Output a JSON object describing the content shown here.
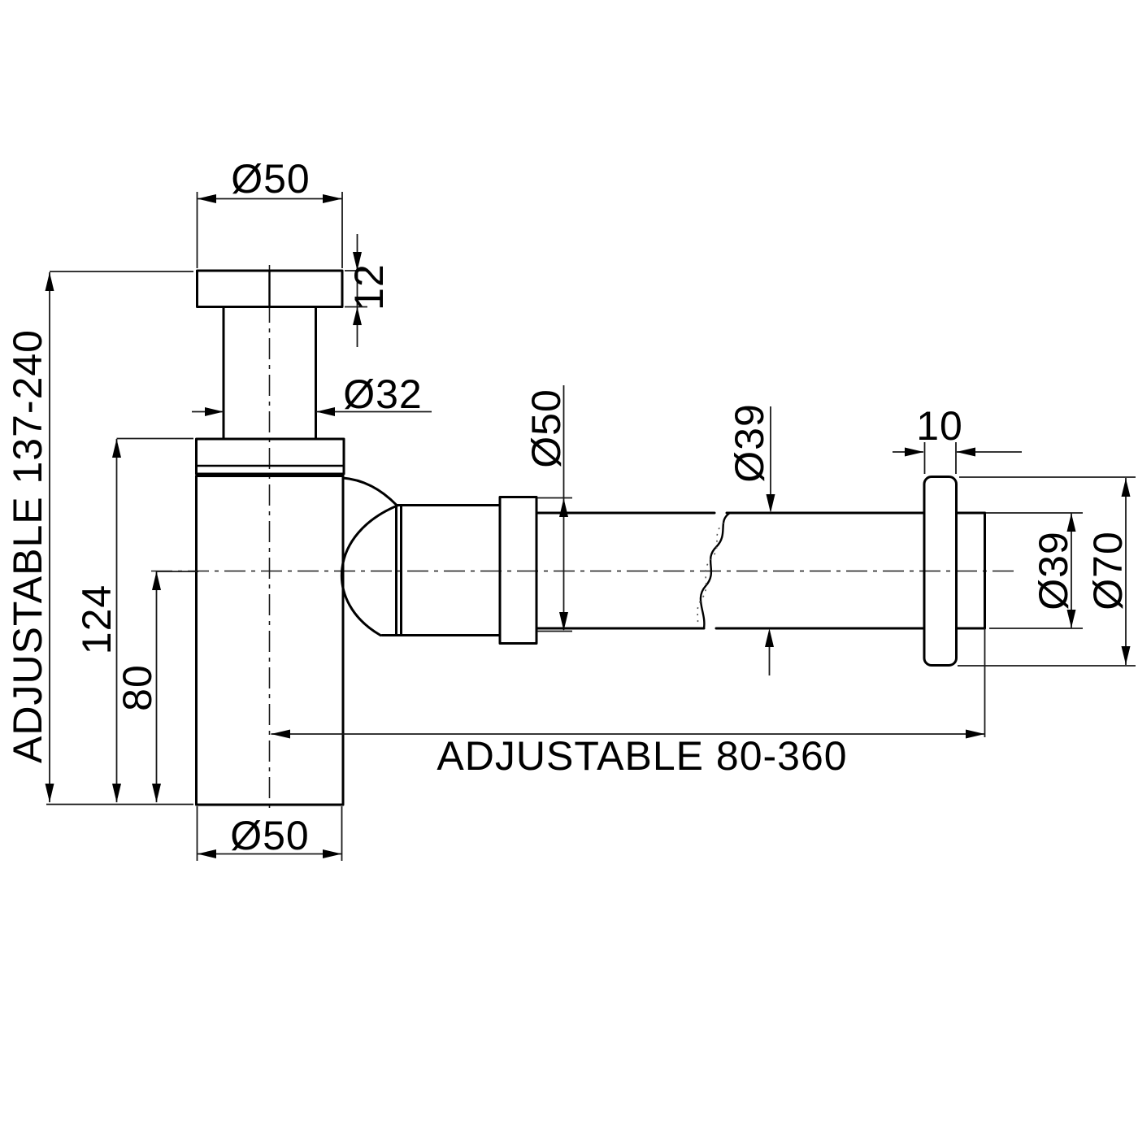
{
  "drawing": {
    "type": "technical-dimension-drawing",
    "subject": "bottle-trap-siphon-side-view",
    "background": "#ffffff",
    "line_color": "#000000",
    "labels": {
      "top_flange_diameter": "Ø50",
      "top_flange_thickness": "12",
      "tailpipe_diameter": "Ø32",
      "trap_nut_diameter": "Ø50",
      "outlet_pipe_diameter": "Ø39",
      "wall_flange_thickness": "10",
      "wall_pipe_diameter": "Ø39",
      "wall_flange_diameter": "Ø70",
      "trap_height_total": "124",
      "outlet_center_height": "80",
      "vertical_adjustable_range": "ADJUSTABLE 137-240",
      "horizontal_adjustable_range": "ADJUSTABLE 80-360",
      "body_diameter": "Ø50"
    }
  }
}
